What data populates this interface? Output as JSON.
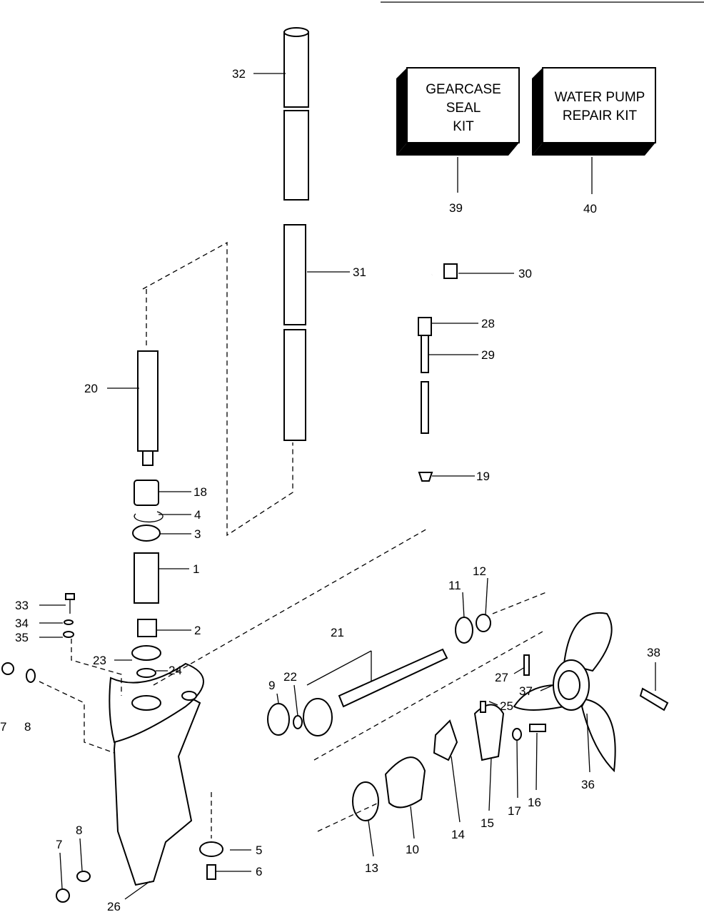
{
  "kits": [
    {
      "lines": [
        "GEARCASE",
        "SEAL",
        "KIT"
      ],
      "callout": "39"
    },
    {
      "lines": [
        "WATER PUMP",
        "REPAIR KIT"
      ],
      "callout": "40"
    }
  ],
  "callouts": [
    "32",
    "31",
    "30",
    "28",
    "29",
    "20",
    "18",
    "19",
    "4",
    "3",
    "1",
    "12",
    "11",
    "33",
    "34",
    "35",
    "2",
    "21",
    "38",
    "23",
    "24",
    "22",
    "27",
    "9",
    "37",
    "25",
    "7",
    "8",
    "36",
    "16",
    "17",
    "15",
    "14",
    "10",
    "5",
    "8",
    "7",
    "6",
    "13",
    "26"
  ]
}
